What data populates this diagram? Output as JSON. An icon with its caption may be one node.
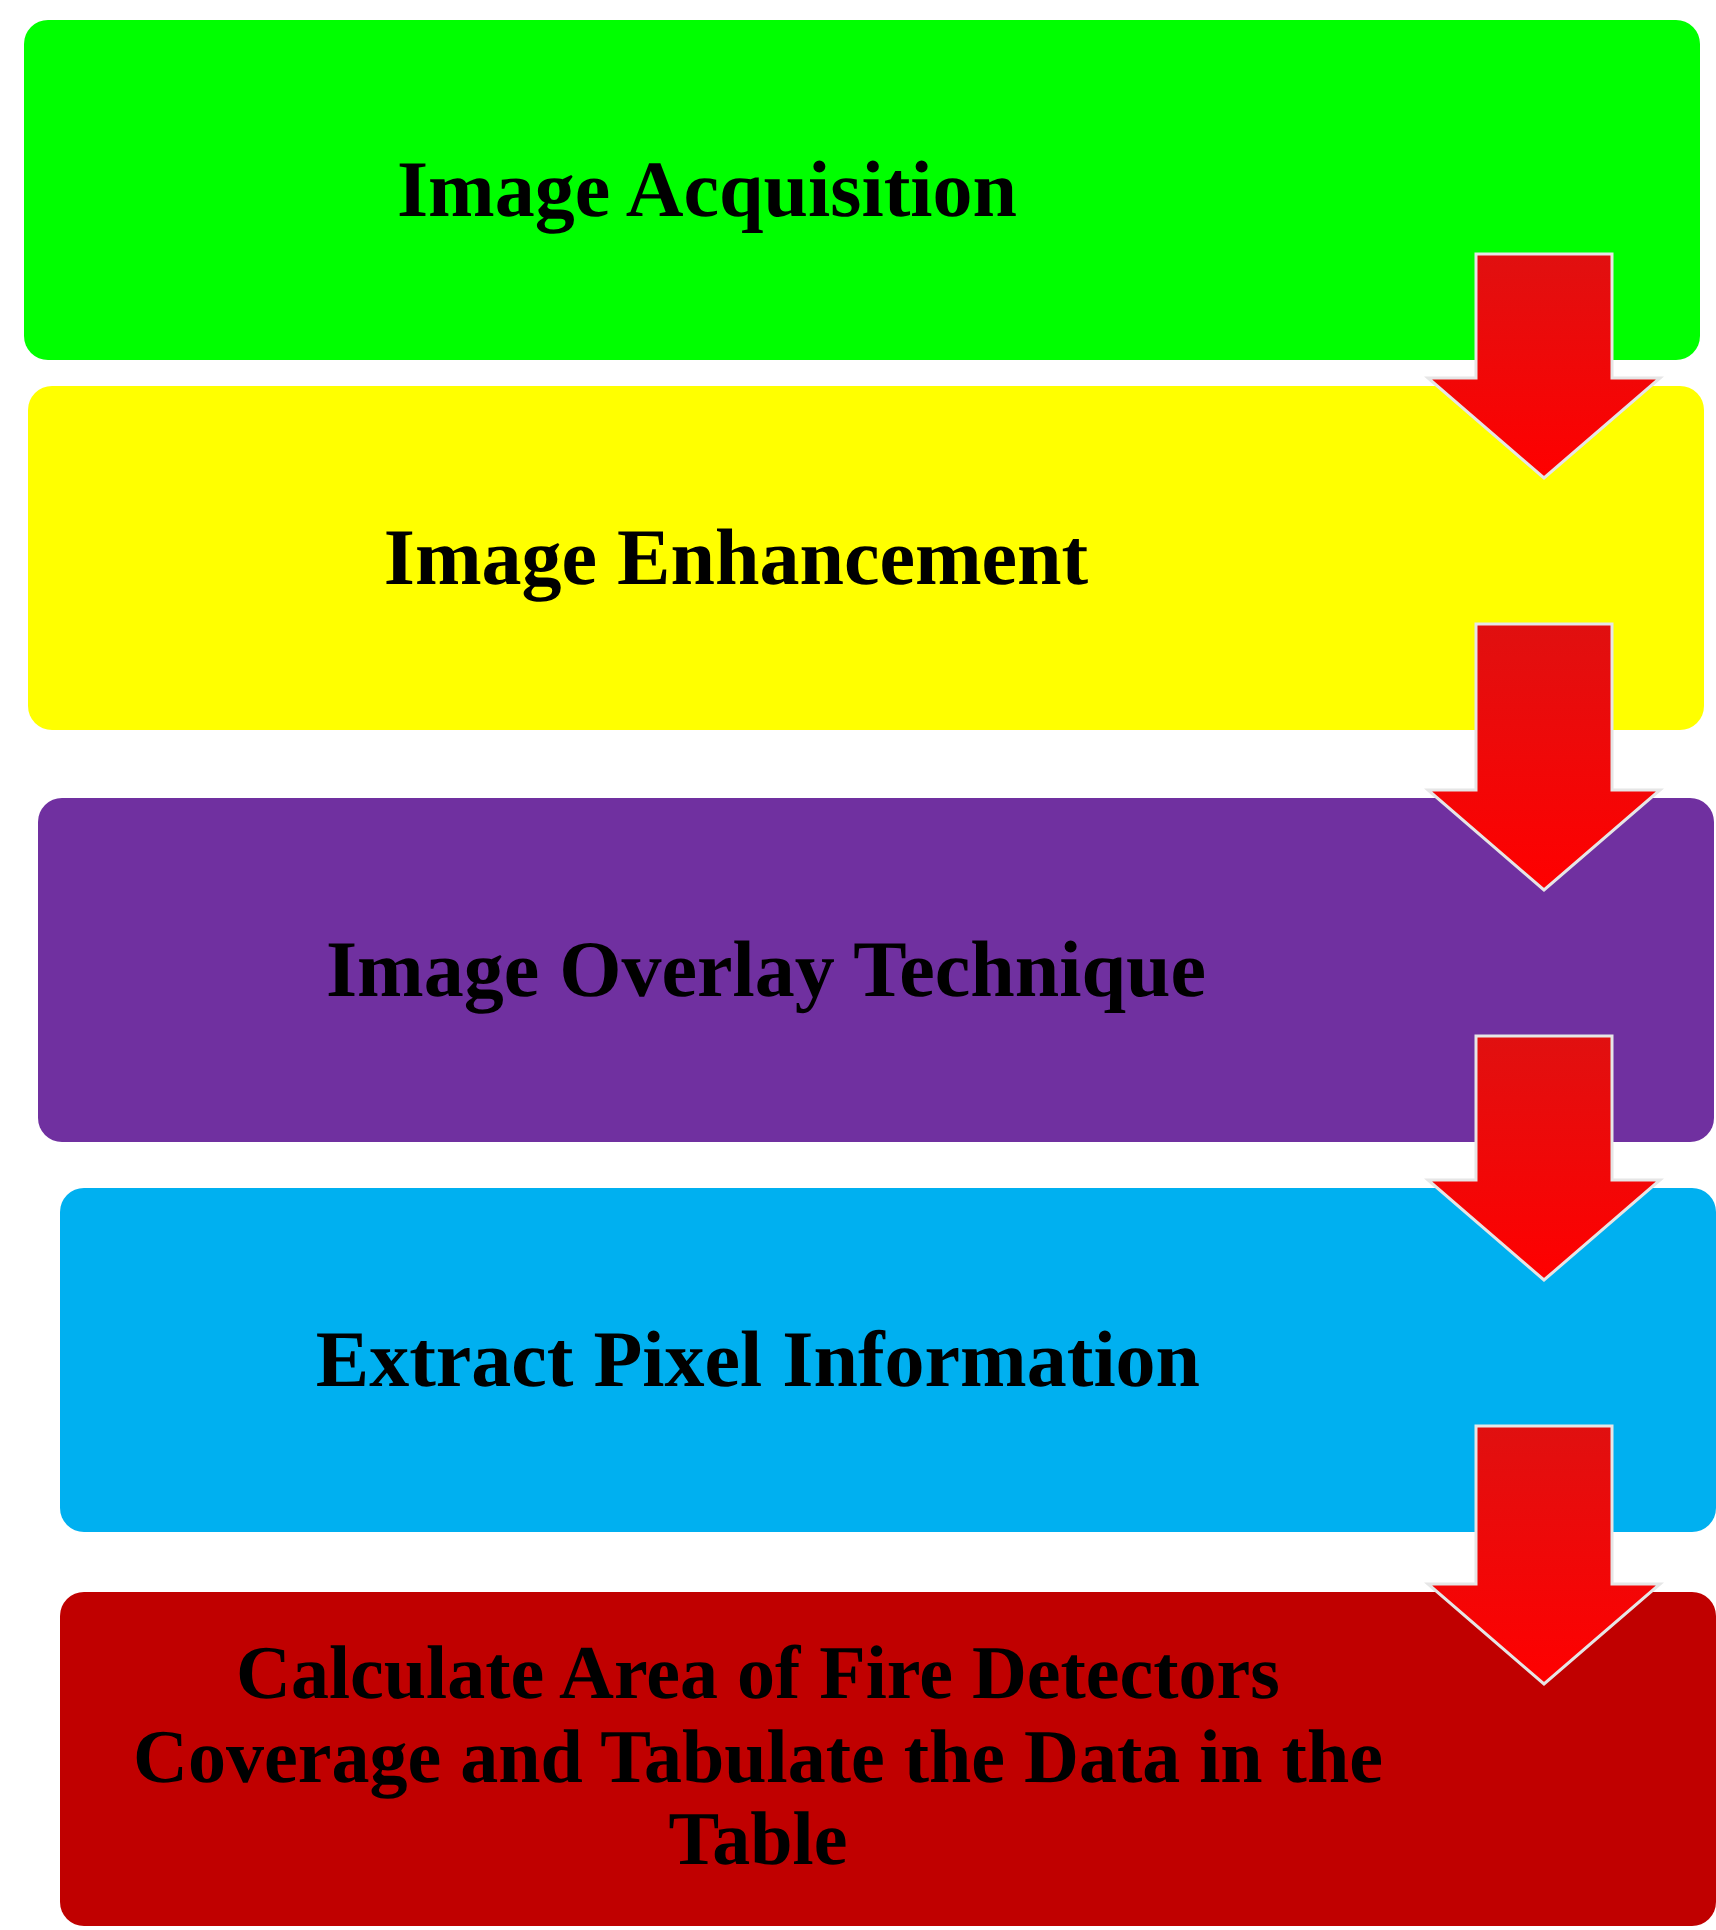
{
  "diagram": {
    "nodes": [
      {
        "text": [
          "Image Acquisition"
        ]
      },
      {
        "text": [
          "Image Enhancement"
        ]
      },
      {
        "text": [
          "Image Overlay Technique"
        ]
      },
      {
        "text": [
          "Extract Pixel Information"
        ]
      },
      {
        "text": [
          "Calculate Area of Fire Detectors Coverage and Tabulate the Data in the Table"
        ]
      }
    ],
    "edges": [
      {
        "from": 0,
        "to": 1,
        "arrow": "to"
      },
      {
        "from": 1,
        "to": 2,
        "arrow": "to"
      },
      {
        "from": 2,
        "to": 3,
        "arrow": "to"
      },
      {
        "from": 3,
        "to": 4,
        "arrow": "to"
      }
    ]
  }
}
